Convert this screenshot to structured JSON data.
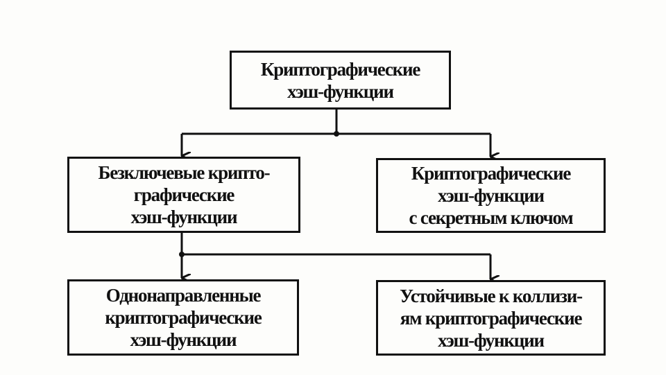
{
  "diagram": {
    "root": {
      "lines": [
        "Криптографические",
        "хэш-функции"
      ]
    },
    "keyless": {
      "lines": [
        "Безключевые крипто-",
        "графические",
        "хэш-функции"
      ]
    },
    "keyed": {
      "lines": [
        "Криптографические",
        "хэш-функции",
        "с секретным ключом"
      ]
    },
    "one_way": {
      "lines": [
        "Однонаправленные",
        "криптографические",
        "хэш-функции"
      ]
    },
    "collision_resistant": {
      "lines": [
        "Устойчивые к коллизи-",
        "ям криптографические",
        "хэш-функции"
      ]
    }
  }
}
